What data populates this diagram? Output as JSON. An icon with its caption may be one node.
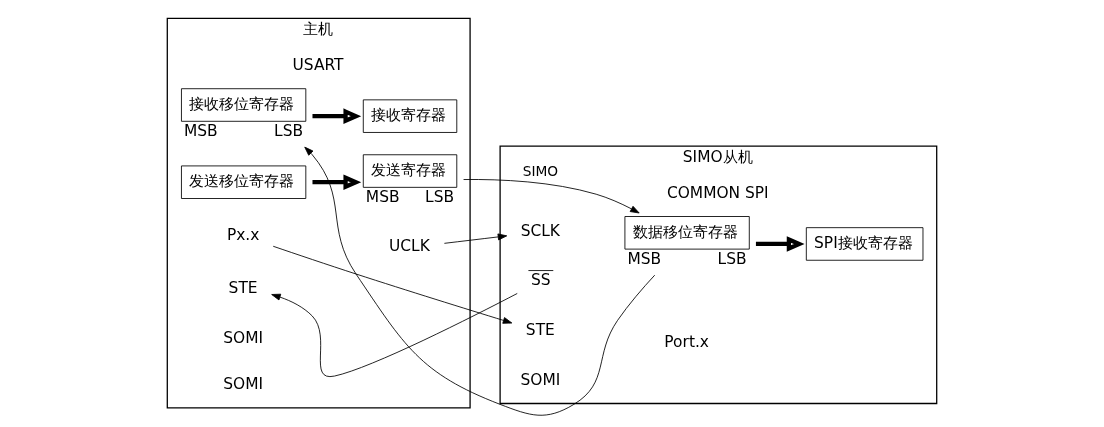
{
  "diagram": {
    "nodes": [
      {
        "text": [
          "主机",
          "USART"
        ]
      },
      {
        "text": [
          "接收寄存器"
        ],
        "in": 0
      },
      {
        "text": [
          "接收移位寄存器"
        ],
        "in": 0,
        "beside": [
          "MSB",
          "LSB"
        ]
      },
      {
        "text": [
          "发送移位寄存器"
        ],
        "in": 0
      },
      {
        "text": [
          "发送寄存器"
        ],
        "in": 0,
        "beside": [
          "MSB",
          "LSB"
        ]
      },
      {
        "text": [
          "Px.x"
        ],
        "in": 0
      },
      {
        "text": [
          "STE"
        ],
        "in": 0
      },
      {
        "text": [
          "UCLK"
        ],
        "in": 0
      },
      {
        "text": [
          "SIMO从机",
          "COMMON SPI"
        ]
      },
      {
        "text": [
          "SPI接收寄存器"
        ],
        "in": 8
      },
      {
        "text": [
          "数据移位寄存器"
        ],
        "in": 8,
        "beside": [
          "MSB",
          "LSB"
        ]
      },
      {
        "text": [
          "STE"
        ],
        "in": 8
      },
      {
        "text": [
          "SS"
        ],
        "in": 8
      },
      {
        "text": [
          "SCLK"
        ],
        "in": 8
      }
    ],
    "edges": [
      {
        "from": 2,
        "to": 1,
        "arrow": "to",
        "style": "thick"
      },
      {
        "from": 3,
        "to": 4,
        "arrow": "to",
        "style": "thick"
      },
      {
        "from": 4,
        "to": 10,
        "arrow": "to",
        "label": "SIMO"
      },
      {
        "from": 10,
        "to": 2,
        "arrow": "to"
      },
      {
        "from": 5,
        "to": 11,
        "arrow": "to"
      },
      {
        "from": 12,
        "to": 6,
        "arrow": "to"
      },
      {
        "from": 7,
        "to": 13,
        "arrow": "to"
      },
      {
        "from": 10,
        "to": 9,
        "arrow": "to",
        "style": "thick"
      }
    ],
    "labels": [
      "SOMI",
      "SOMI",
      "SOMI",
      "Port.x"
    ]
  }
}
